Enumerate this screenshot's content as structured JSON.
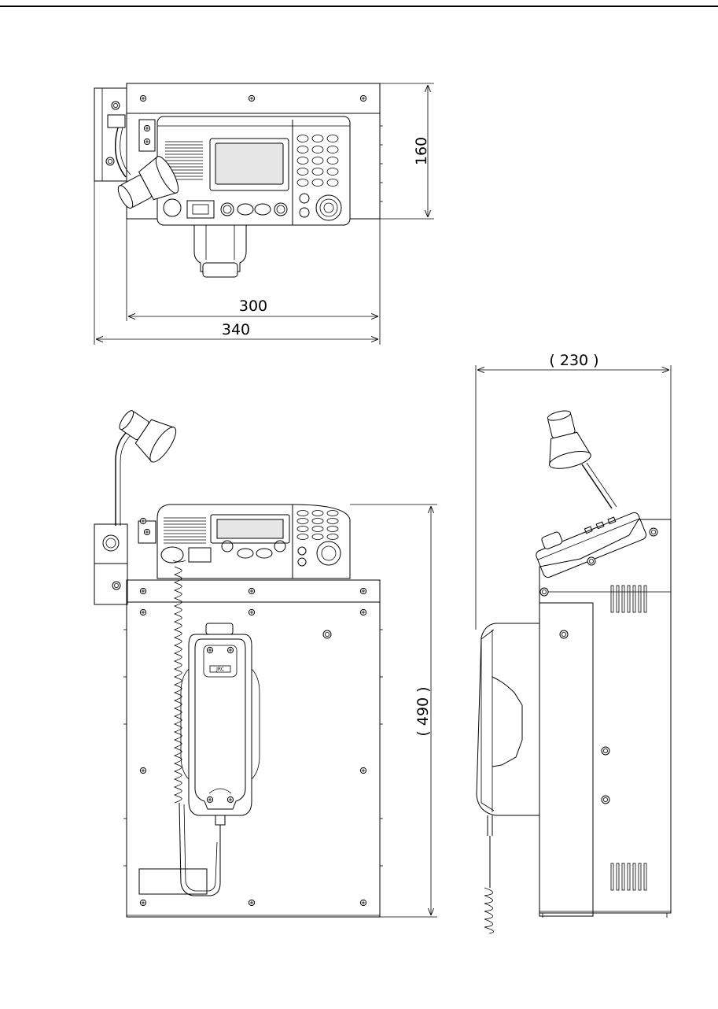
{
  "dimensions": {
    "top_view_height": "160",
    "top_view_inner_width": "300",
    "top_view_outer_width": "340",
    "side_view_depth": "( 230 )",
    "front_view_height": "( 490 )"
  },
  "labels": {
    "handset_logo": "JRC"
  }
}
